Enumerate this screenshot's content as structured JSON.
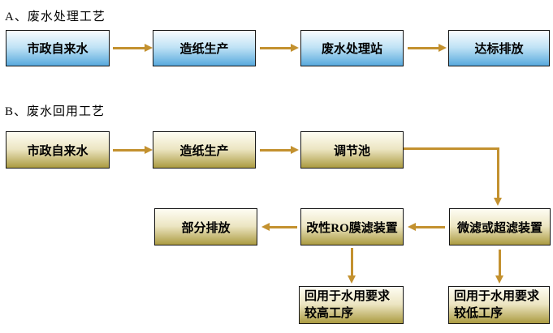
{
  "colors": {
    "background": "#ffffff",
    "text": "#000000",
    "arrow": "#c3912f",
    "box-border": "#161616",
    "blue-top": "#f8fcff",
    "blue-mid": "#bfe2f5",
    "blue-bottom": "#58a9dd",
    "yellow-top": "#fefdf3",
    "yellow-mid": "#ece5c2",
    "yellow-bottom": "#ab9b41"
  },
  "section_a": {
    "title": "A、废水处理工艺",
    "boxes": {
      "tap_water": "市政自来水",
      "paper_production": "造纸生产",
      "treatment_station": "废水处理站",
      "compliant_discharge": "达标排放"
    }
  },
  "section_b": {
    "title": "B、废水回用工艺",
    "boxes": {
      "tap_water": "市政自来水",
      "paper_production": "造纸生产",
      "regulating_tank": "调节池",
      "partial_discharge": "部分排放",
      "modified_ro_membrane": "改性RO膜滤装置",
      "micro_or_ultra_filtration": "微滤或超滤装置",
      "reuse_high": {
        "line1": "回用于水用要求",
        "line2": "较高工序"
      },
      "reuse_low": {
        "line1": "回用于水用要求",
        "line2": "较低工序"
      }
    }
  }
}
